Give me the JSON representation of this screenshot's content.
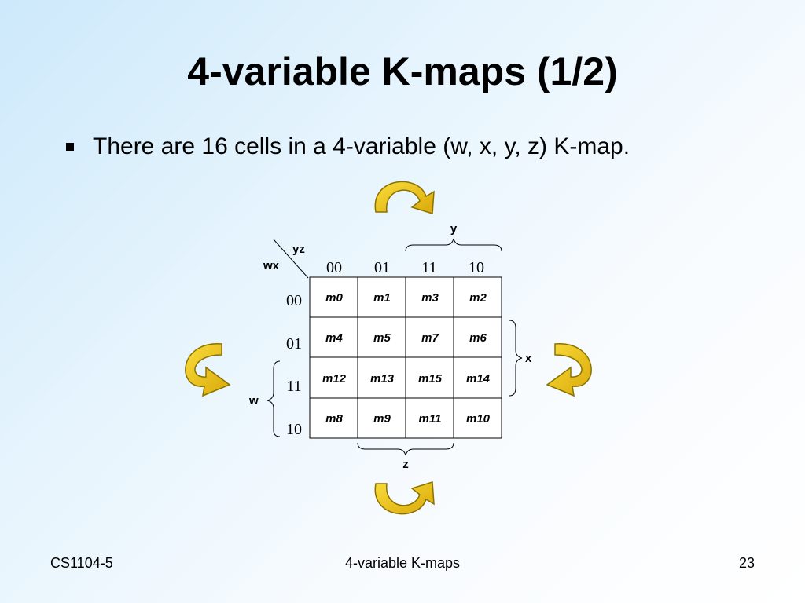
{
  "slide": {
    "title": "4-variable K-maps (1/2)",
    "bullet": "There are 16 cells in a 4-variable (w, x, y, z) K-map."
  },
  "kmap": {
    "row_var_label": "wx",
    "col_var_label": "yz",
    "col_headers": [
      "00",
      "01",
      "11",
      "10"
    ],
    "row_headers": [
      "00",
      "01",
      "11",
      "10"
    ],
    "cells": [
      [
        "m0",
        "m1",
        "m3",
        "m2"
      ],
      [
        "m4",
        "m5",
        "m7",
        "m6"
      ],
      [
        "m12",
        "m13",
        "m15",
        "m14"
      ],
      [
        "m8",
        "m9",
        "m11",
        "m10"
      ]
    ],
    "brace_labels": {
      "y": "y",
      "x": "x",
      "w": "w",
      "z": "z"
    }
  },
  "footer": {
    "left": "CS1104-5",
    "center": "4-variable K-maps",
    "page": "23"
  },
  "colors": {
    "arrow_fill": "#f2cc18",
    "arrow_stroke": "#8a7200",
    "grid": "#000000"
  }
}
